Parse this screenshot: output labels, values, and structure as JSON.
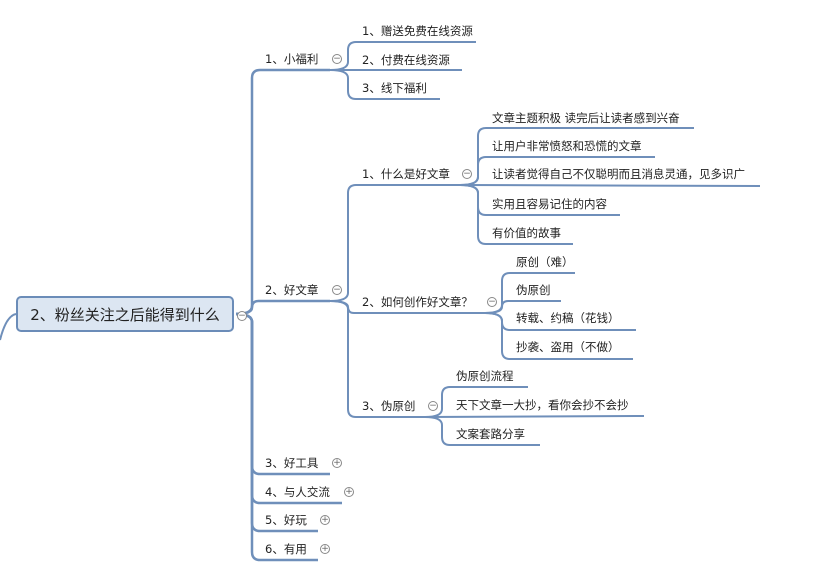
{
  "root": {
    "label": "2、粉丝关注之后能得到什么",
    "toggle": "−"
  },
  "colors": {
    "line": "#6f8fba",
    "root_fill": "#dce6f2"
  },
  "branches": [
    {
      "label": "1、小福利",
      "toggle": "−",
      "children": [
        {
          "label": "1、赠送免费在线资源"
        },
        {
          "label": "2、付费在线资源"
        },
        {
          "label": "3、线下福利"
        }
      ]
    },
    {
      "label": "2、好文章",
      "toggle": "−",
      "children": [
        {
          "label": "1、什么是好文章",
          "toggle": "−",
          "children": [
            "文章主题积极 读完后让读者感到兴奋",
            "让用户非常愤怒和恐慌的文章",
            "让读者觉得自己不仅聪明而且消息灵通，见多识广",
            "实用且容易记住的内容",
            "有价值的故事"
          ]
        },
        {
          "label": "2、如何创作好文章？",
          "toggle": "−",
          "children": [
            "原创（难）",
            "伪原创",
            "转载、约稿（花钱）",
            "抄袭、盗用（不做）"
          ]
        },
        {
          "label": "3、伪原创",
          "toggle": "−",
          "children": [
            "伪原创流程",
            "天下文章一大抄，看你会抄不会抄",
            "文案套路分享"
          ]
        }
      ]
    },
    {
      "label": "3、好工具",
      "toggle": "+"
    },
    {
      "label": "4、与人交流",
      "toggle": "+"
    },
    {
      "label": "5、好玩",
      "toggle": "+"
    },
    {
      "label": "6、有用",
      "toggle": "+"
    }
  ]
}
